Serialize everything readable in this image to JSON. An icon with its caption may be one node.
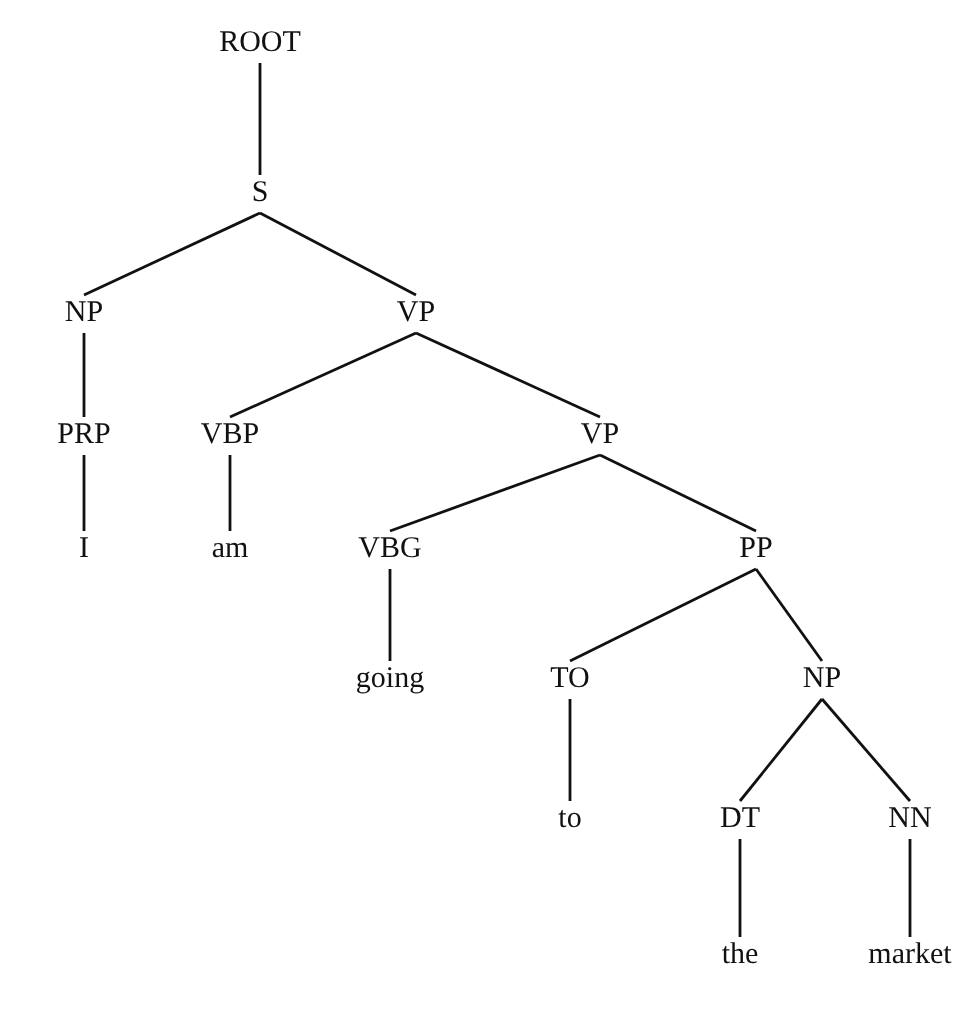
{
  "diagram": {
    "nodes": [
      {
        "text": [
          "ROOT"
        ]
      },
      {
        "text": [
          "S"
        ]
      },
      {
        "text": [
          "NP"
        ]
      },
      {
        "text": [
          "VP"
        ]
      },
      {
        "text": [
          "PRP"
        ]
      },
      {
        "text": [
          "VBP"
        ]
      },
      {
        "text": [
          "VP"
        ]
      },
      {
        "text": [
          "I"
        ]
      },
      {
        "text": [
          "am"
        ]
      },
      {
        "text": [
          "VBG"
        ]
      },
      {
        "text": [
          "PP"
        ]
      },
      {
        "text": [
          "going"
        ]
      },
      {
        "text": [
          "TO"
        ]
      },
      {
        "text": [
          "NP"
        ]
      },
      {
        "text": [
          "to"
        ]
      },
      {
        "text": [
          "DT"
        ]
      },
      {
        "text": [
          "NN"
        ]
      },
      {
        "text": [
          "the"
        ]
      },
      {
        "text": [
          "market"
        ]
      }
    ],
    "edges": [
      {
        "from": 0,
        "to": 1,
        "arrow": "none"
      },
      {
        "from": 1,
        "to": 2,
        "arrow": "none"
      },
      {
        "from": 1,
        "to": 3,
        "arrow": "none"
      },
      {
        "from": 2,
        "to": 4,
        "arrow": "none"
      },
      {
        "from": 3,
        "to": 5,
        "arrow": "none"
      },
      {
        "from": 3,
        "to": 6,
        "arrow": "none"
      },
      {
        "from": 4,
        "to": 7,
        "arrow": "none"
      },
      {
        "from": 5,
        "to": 8,
        "arrow": "none"
      },
      {
        "from": 6,
        "to": 9,
        "arrow": "none"
      },
      {
        "from": 6,
        "to": 10,
        "arrow": "none"
      },
      {
        "from": 9,
        "to": 11,
        "arrow": "none"
      },
      {
        "from": 10,
        "to": 12,
        "arrow": "none"
      },
      {
        "from": 10,
        "to": 13,
        "arrow": "none"
      },
      {
        "from": 12,
        "to": 14,
        "arrow": "none"
      },
      {
        "from": 13,
        "to": 15,
        "arrow": "none"
      },
      {
        "from": 13,
        "to": 16,
        "arrow": "none"
      },
      {
        "from": 15,
        "to": 17,
        "arrow": "none"
      },
      {
        "from": 16,
        "to": 18,
        "arrow": "none"
      }
    ]
  }
}
